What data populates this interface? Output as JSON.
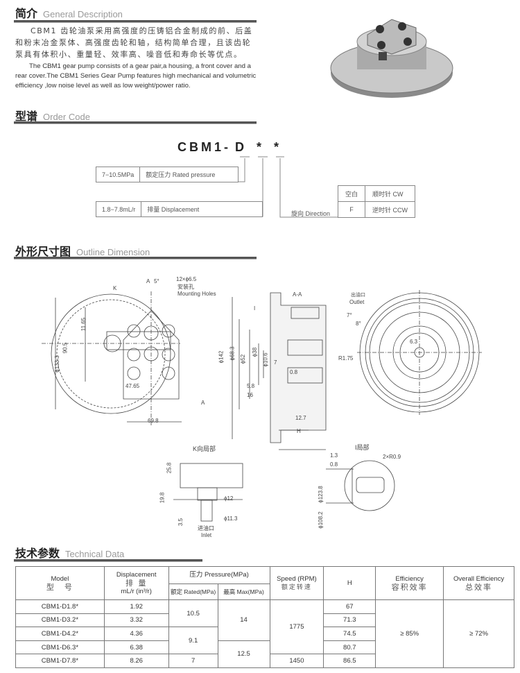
{
  "general": {
    "title_zh": "简介",
    "title_en": "General Description",
    "text_zh": "CBM1 齿轮油泵采用高强度的压铸铝合金制成的前、后盖和粉末冶金泵体、高强度齿轮和轴，结构简单合理，且该齿轮泵具有体积小、重量轻、效率高、噪音低和寿命长等优点。",
    "text_en": "The CBM1  gear pump consists of a gear pair,a housing, a front cover and a rear cover.The CBM1 Series Gear Pump features high mechanical and volumetric efficiency ,low  noise level as well as low weight/power ratio."
  },
  "order": {
    "title_zh": "型谱",
    "title_en": "Order Code",
    "code": [
      "CBM1-",
      "D",
      "*",
      "*"
    ],
    "pressure_value": "7−10.5MPa",
    "pressure_label": "额定压力 Rated pressure",
    "disp_value": "1.8−7.8mL/r",
    "disp_label": "排量 Displacement",
    "direction_label": "旋向 Direction",
    "direction": [
      {
        "code": "空白",
        "desc": "顺时针 CW"
      },
      {
        "code": "F",
        "desc": "逆时针 CCW"
      }
    ]
  },
  "outline": {
    "title_zh": "外形尺寸图",
    "title_en": "Outline Dimension",
    "labels": {
      "holes": "12×ϕ6.5",
      "holes_zh": "安装孔",
      "holes_en": "Mounting Holes",
      "k": "K",
      "a": "A",
      "a2": "A",
      "deg": "5°",
      "d1333": "ϕ133.3",
      "d905": "90.5",
      "d1165": "11.65",
      "d4765": "47.65",
      "d698": "69.8",
      "aa": "A-A",
      "i": "I",
      "d142": "ϕ142",
      "d683": "ϕ68.3",
      "d52": "ϕ52",
      "d38": "ϕ38",
      "d106": "ϕ10.6",
      "d7": "7",
      "d08": "0.8",
      "d58": "5.8",
      "d16": "16",
      "d127": "12.7",
      "h": "H",
      "outlet_zh": "出油口",
      "outlet_en": "Outlet",
      "a7": "7°",
      "a8": "8°",
      "r175": "R1.75",
      "d63": "6.3",
      "kview": "K向局部",
      "d258": "25.8",
      "d198": "19.8",
      "d35": "3.5",
      "d12": "ϕ12",
      "d113": "ϕ11.3",
      "inlet_zh": "进油口",
      "inlet_en": "Inlet",
      "iview": "I局部",
      "d13": "1.3",
      "d08b": "0.8",
      "r09": "2×R0.9",
      "d1238": "ϕ123.8",
      "d1082": "ϕ108.2"
    }
  },
  "tech": {
    "title_zh": "技术参数",
    "title_en": "Technical Data",
    "headers": {
      "model_en": "Model",
      "model_zh": "型　号",
      "disp_en": "Displacement",
      "disp_zh": "排 量",
      "disp_unit": "mL/r (in³/r)",
      "pressure": "压力 Pressure(MPa)",
      "rated": "额定 Rated(MPa)",
      "max": "最高 Max(MPa)",
      "speed_en": "Speed (RPM)",
      "speed_zh": "额定转速",
      "h": "H",
      "eff_en": "Efficiency",
      "eff_zh": "容积效率",
      "oeff_en": "Overall Efficiency",
      "oeff_zh": "总效率"
    },
    "rows": [
      {
        "model": "CBM1-D1.8*",
        "disp": "1.92",
        "h": "67"
      },
      {
        "model": "CBM1-D3.2*",
        "disp": "3.32",
        "h": "71.3"
      },
      {
        "model": "CBM1-D4.2*",
        "disp": "4.36",
        "h": "74.5"
      },
      {
        "model": "CBM1-D6.3*",
        "disp": "6.38",
        "h": "80.7"
      },
      {
        "model": "CBM1-D7.8*",
        "disp": "8.26",
        "h": "86.5"
      }
    ],
    "rated": [
      "10.5",
      "9.1",
      "7"
    ],
    "max": [
      "14",
      "12.5"
    ],
    "speed": [
      "1775",
      "1450"
    ],
    "eff": "≥ 85%",
    "oeff": "≥ 72%"
  }
}
